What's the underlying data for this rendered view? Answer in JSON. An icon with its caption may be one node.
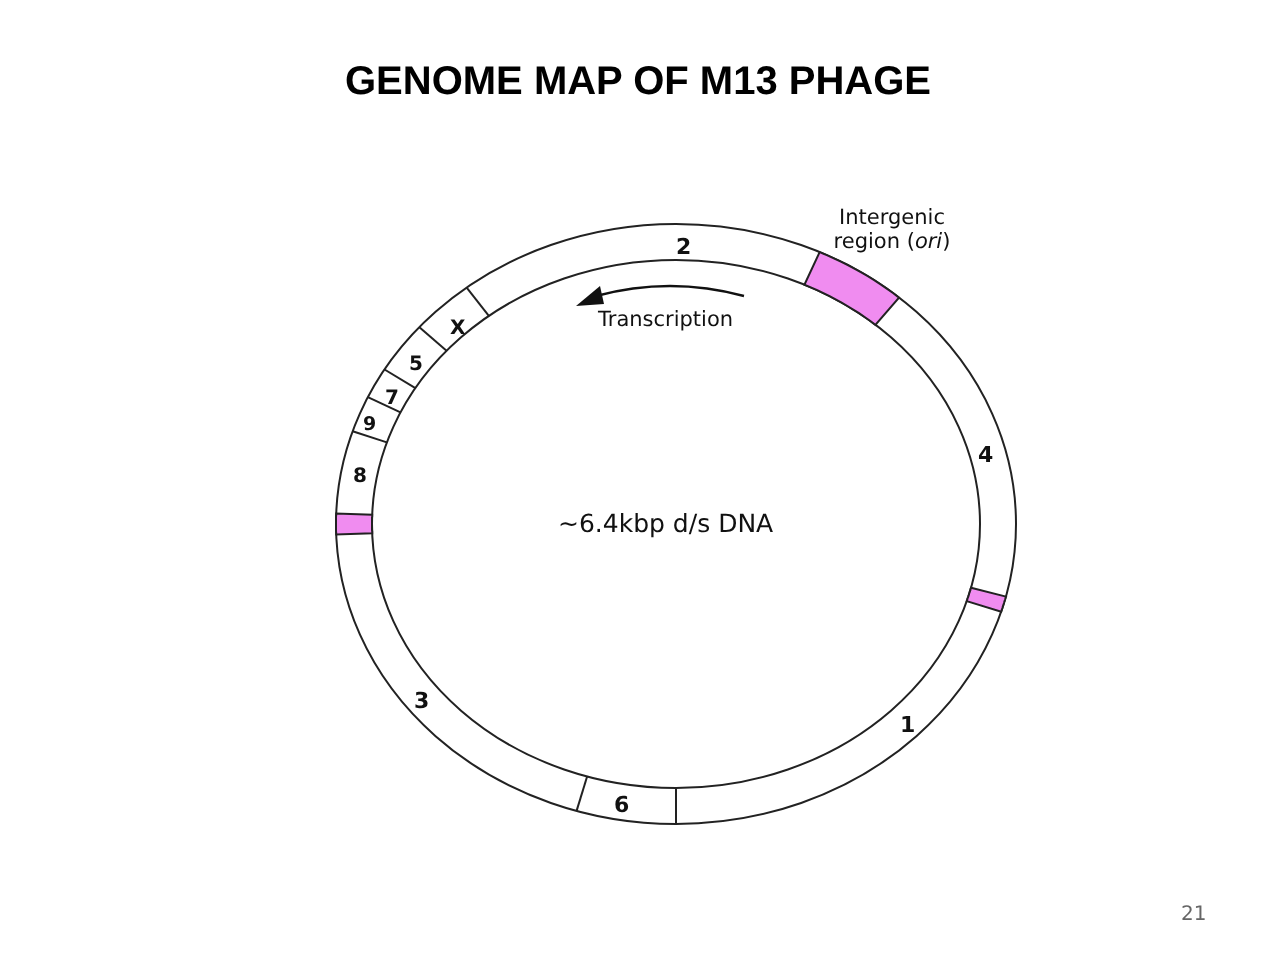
{
  "diagram": {
    "title": "GENOME MAP OF M13 PHAGE",
    "labels": [
      "Intergenic region (*ori*)",
      "2",
      "Transcription",
      "X",
      "5",
      "7",
      "9",
      "8",
      "4",
      "~6.4kbp d/s DNA",
      "3",
      "1",
      "6",
      "21"
    ]
  }
}
